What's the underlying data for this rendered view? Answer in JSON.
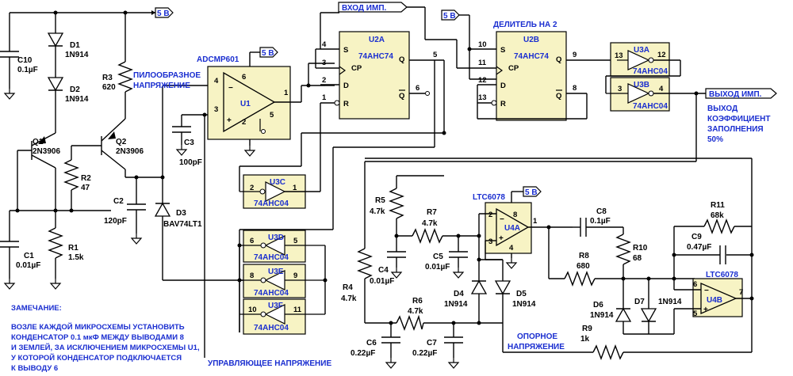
{
  "supply": {
    "v5_top": "5 В",
    "v5_u1": "5 В",
    "v5_u2a": "5 В",
    "v5_u4": "5 В"
  },
  "ports": {
    "input_pulse": "ВХОД ИМП.",
    "output_pulse": "ВЫХОД ИМП."
  },
  "titles": {
    "divider": "ДЕЛИТЕЛЬ НА 2",
    "sawtooth_line1": "ПИЛООБРАЗНОЕ",
    "sawtooth_line2": "НАПРЯЖЕНИЕ",
    "control_voltage": "УПРАВЛЯЮЩЕЕ НАПРЯЖЕНИЕ",
    "reference_line1": "ОПОРНОЕ",
    "reference_line2": "НАПРЯЖЕНИЕ",
    "duty_line1": "ВЫХОД",
    "duty_line2": "КОЭФФИЦИЕНТ",
    "duty_line3": "ЗАПОЛНЕНИЯ",
    "duty_line4": "50%"
  },
  "note": {
    "heading": "ЗАМЕЧАНИЕ:",
    "line1": "ВОЗЛЕ КАЖДОЙ МИКРОСХЕМЫ УСТАНОВИТЬ",
    "line2": "КОНДЕНСАТОР 0.1 мкФ МЕЖДУ ВЫВОДАМИ 8",
    "line3": "И ЗЕМЛЕЙ, ЗА ИСКЛЮЧЕНИЕМ МИКРОСХЕМЫ U1,",
    "line4": "У КОТОРОЙ КОНДЕНСАТОР ПОДКЛЮЧАЕТСЯ",
    "line5": "К ВЫВОДУ 6"
  },
  "ics": {
    "u1_name": "U1",
    "u1_part": "ADCMP601",
    "u2a_name": "U2A",
    "u2a_part": "74AHC74",
    "u2b_name": "U2B",
    "u2b_part": "74AHC74",
    "u3a_name": "U3A",
    "u3a_part": "74AHC04",
    "u3b_name": "U3B",
    "u3b_part": "74AHC04",
    "u3c_name": "U3C",
    "u3c_part": "74AHC04",
    "u3d_name": "U3D",
    "u3d_part": "74AHC04",
    "u3e_name": "U3E",
    "u3e_part": "74AHC04",
    "u3f_name": "U3F",
    "u3f_part": "74AHC04",
    "u4a_name": "U4A",
    "u4a_part": "LTC6078",
    "u4b_name": "U4B",
    "u4b_part": "LTC6078"
  },
  "ff_pins": {
    "s": "S",
    "cp": "CP",
    "d": "D",
    "r": "R",
    "q": "Q",
    "qbar": "Q"
  },
  "components": {
    "c10_ref": "C10",
    "c10_val": "0.1µF",
    "d1_ref": "D1",
    "d1_val": "1N914",
    "d2_ref": "D2",
    "d2_val": "1N914",
    "r3_ref": "R3",
    "r3_val": "620",
    "q1_ref": "Q1",
    "q1_val": "2N3906",
    "q2_ref": "Q2",
    "q2_val": "2N3906",
    "r2_ref": "R2",
    "r2_val": "47",
    "c2_ref": "C2",
    "c2_val": "120pF",
    "d3_ref": "D3",
    "d3_val": "BAV74LT1",
    "c1_ref": "C1",
    "c1_val": "0.01µF",
    "r1_ref": "R1",
    "r1_val": "1.5k",
    "c3_ref": "C3",
    "c3_val": "100pF",
    "r5_ref": "R5",
    "r5_val": "4.7k",
    "r7_ref": "R7",
    "r7_val": "4.7k",
    "c4_ref": "C4",
    "c4_val": "0.01µF",
    "c5_ref": "C5",
    "c5_val": "0.01µF",
    "r4_ref": "R4",
    "r4_val": "4.7k",
    "d4_ref": "D4",
    "d4_val": "1N914",
    "d5_ref": "D5",
    "d5_val": "1N914",
    "r6_ref": "R6",
    "r6_val": "4.7k",
    "c6_ref": "C6",
    "c6_val": "0.22µF",
    "c7_ref": "C7",
    "c7_val": "0.22µF",
    "c8_ref": "C8",
    "c8_val": "0.1µF",
    "r10_ref": "R10",
    "r10_val": "68",
    "r8_ref": "R8",
    "r8_val": "680",
    "r11_ref": "R11",
    "r11_val": "68k",
    "c9_ref": "C9",
    "c9_val": "0.47µF",
    "d6_ref": "D6",
    "d6_val": "1N914",
    "d7_ref": "D7",
    "d7_val": "1N914",
    "r9_ref": "R9",
    "r9_val": "1k"
  },
  "pins": {
    "u1": [
      "4",
      "6",
      "3",
      "1",
      "5",
      "2"
    ],
    "u2a": [
      "4",
      "3",
      "2",
      "1",
      "5",
      "6"
    ],
    "u2b": [
      "10",
      "11",
      "12",
      "13",
      "9",
      "8"
    ],
    "u3a": [
      "13",
      "12"
    ],
    "u3b": [
      "3",
      "4"
    ],
    "u3c": [
      "2",
      "1"
    ],
    "u3d": [
      "6",
      "5"
    ],
    "u3e": [
      "8",
      "9"
    ],
    "u3f": [
      "10",
      "11"
    ],
    "u4a": [
      "2",
      "3",
      "8",
      "4",
      "1"
    ],
    "u4b": [
      "6",
      "5",
      "7"
    ]
  }
}
